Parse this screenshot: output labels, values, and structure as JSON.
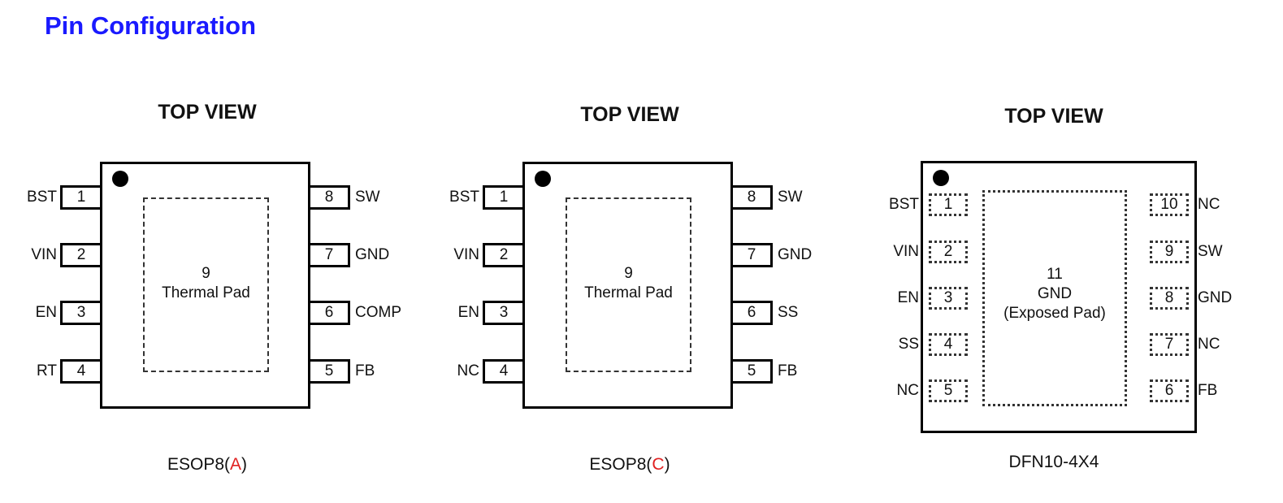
{
  "title": "Pin Configuration",
  "packages": [
    {
      "top_label": "TOP VIEW",
      "caption_prefix": "ESOP8(",
      "caption_variant": "A",
      "caption_suffix": ")",
      "pad_lines": [
        "9",
        "Thermal Pad"
      ],
      "left_pins": [
        {
          "num": "1",
          "name": "BST"
        },
        {
          "num": "2",
          "name": "VIN"
        },
        {
          "num": "3",
          "name": "EN"
        },
        {
          "num": "4",
          "name": "RT"
        }
      ],
      "right_pins": [
        {
          "num": "8",
          "name": "SW"
        },
        {
          "num": "7",
          "name": "GND"
        },
        {
          "num": "6",
          "name": "COMP"
        },
        {
          "num": "5",
          "name": "FB"
        }
      ]
    },
    {
      "top_label": "TOP VIEW",
      "caption_prefix": "ESOP8(",
      "caption_variant": "C",
      "caption_suffix": ")",
      "pad_lines": [
        "9",
        "Thermal Pad"
      ],
      "left_pins": [
        {
          "num": "1",
          "name": "BST"
        },
        {
          "num": "2",
          "name": "VIN"
        },
        {
          "num": "3",
          "name": "EN"
        },
        {
          "num": "4",
          "name": "NC"
        }
      ],
      "right_pins": [
        {
          "num": "8",
          "name": "SW"
        },
        {
          "num": "7",
          "name": "GND"
        },
        {
          "num": "6",
          "name": "SS"
        },
        {
          "num": "5",
          "name": "FB"
        }
      ]
    },
    {
      "top_label": "TOP VIEW",
      "caption_prefix": "DFN10-4X4",
      "caption_variant": "",
      "caption_suffix": "",
      "pad_lines": [
        "11",
        "GND",
        "(Exposed Pad)"
      ],
      "left_pins": [
        {
          "num": "1",
          "name": "BST"
        },
        {
          "num": "2",
          "name": "VIN"
        },
        {
          "num": "3",
          "name": "EN"
        },
        {
          "num": "4",
          "name": "SS"
        },
        {
          "num": "5",
          "name": "NC"
        }
      ],
      "right_pins": [
        {
          "num": "10",
          "name": "NC"
        },
        {
          "num": "9",
          "name": "SW"
        },
        {
          "num": "8",
          "name": "GND"
        },
        {
          "num": "7",
          "name": "NC"
        },
        {
          "num": "6",
          "name": "FB"
        }
      ]
    }
  ],
  "colors": {
    "title": "#1a1aff",
    "variant": "#e02020"
  }
}
